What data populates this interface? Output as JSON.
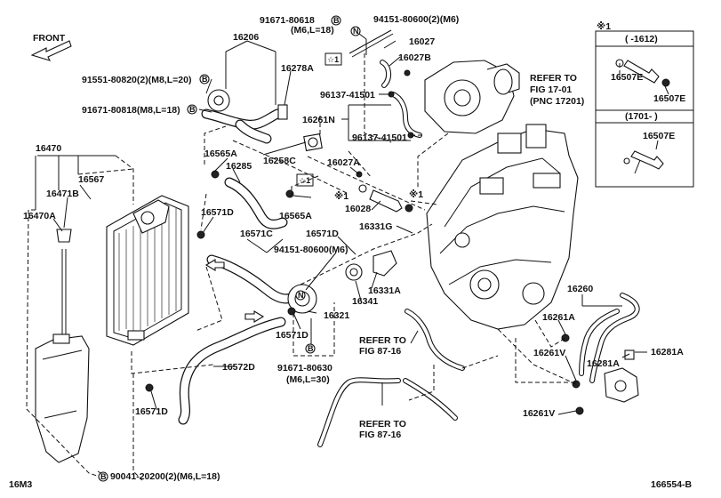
{
  "corner_labels": {
    "top_left_note": "FRONT",
    "bottom_left": "16M3",
    "bottom_right": "166554-B"
  },
  "inset": {
    "title": "※1",
    "top_range": "( -1612)",
    "bottom_range": "(1701- )",
    "parts": {
      "p16507E_a": "16507E",
      "p16507E_b": "16507E",
      "p16507E_c": "16507E"
    }
  },
  "labels": {
    "p91671_80618": "91671-80618",
    "p91671_80618_spec": "(M6,L=18)",
    "p94151_80600_2": "94151-80600(2)(M6)",
    "p16206": "16206",
    "p16027": "16027",
    "p16027B": "16027B",
    "p16278A": "16278A",
    "p91551_80820": "91551-80820(2)(M8,L=20)",
    "star1_a": "☆1",
    "p96137_41501_a": "96137-41501",
    "p91671_80818": "91671-80818(M8,L=18)",
    "p16261N": "16261N",
    "p96137_41501_b": "96137-41501",
    "refer_17_01_a": "REFER TO",
    "refer_17_01_b": "FIG 17-01",
    "refer_17_01_c": "(PNC 17201)",
    "p16470": "16470",
    "p16567": "16567",
    "p16471B": "16471B",
    "p16470A": "16470A",
    "p16565A_a": "16565A",
    "p16285": "16285",
    "p16258C": "16258C",
    "p16027A": "16027A",
    "star1_b": "☆1",
    "p16565A_b": "16565A",
    "mark1_a": "※1",
    "mark1_b": "※1",
    "p16028": "16028",
    "p16571D_a": "16571D",
    "p16571C": "16571C",
    "p16571D_b": "16571D",
    "p16331G": "16331G",
    "p94151_80600": "94151-80600(M6)",
    "p16331A": "16331A",
    "p16341": "16341",
    "p16321": "16321",
    "p16571D_c": "16571D",
    "p91671_80630": "91671-80630",
    "p91671_80630_spec": "(M6,L=30)",
    "refer_87_16_a1": "REFER TO",
    "refer_87_16_a2": "FIG 87-16",
    "refer_87_16_b1": "REFER TO",
    "refer_87_16_b2": "FIG 87-16",
    "p16572D": "16572D",
    "p16571D_d": "16571D",
    "p16260": "16260",
    "p16261A": "16261A",
    "p16261V_a": "16261V",
    "p16281A_a": "16281A",
    "p16281A_b": "16281A",
    "p16261V_b": "16261V",
    "p90041_20200": "90041-20200(2)(M6,L=18)",
    "bolt_mark": "B",
    "nut_mark": "N"
  }
}
